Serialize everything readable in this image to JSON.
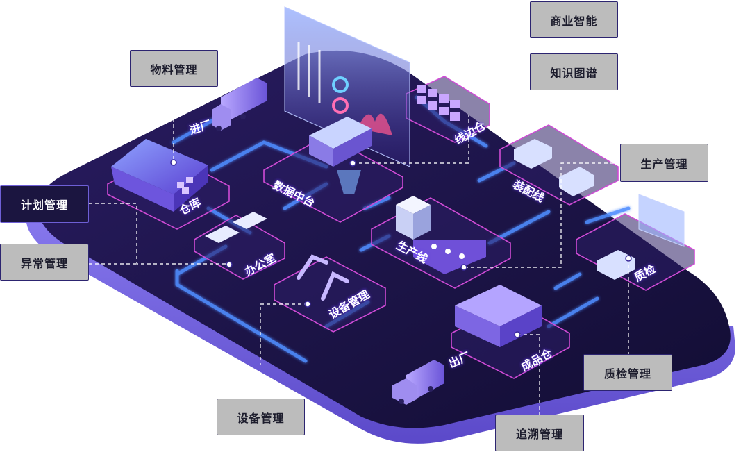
{
  "callouts": {
    "bi": "商业智能",
    "knowledge_graph": "知识图谱",
    "material_mgmt": "物料管理",
    "production_mgmt": "生产管理",
    "plan_mgmt": "计划管理",
    "exception_mgmt": "异常管理",
    "equipment_mgmt_bottom": "设备管理",
    "qc_mgmt": "质检管理",
    "trace_mgmt": "追溯管理"
  },
  "areas": {
    "inbound": "进厂",
    "warehouse": "仓库",
    "data_center": "数据中台",
    "line_side_store": "线边仓",
    "assembly_line": "装配线",
    "office": "办公室",
    "production_line": "生产线",
    "equipment_mgmt": "设备管理",
    "quality_check": "质检",
    "outbound": "出厂",
    "finished_goods": "成品仓"
  },
  "colors": {
    "platform": "#1d1446",
    "platform_edge": "#5a48c8",
    "road_glow": "#4f8dff",
    "zone_edge": "#d04bd6",
    "callout_fill": "#bcbcbc",
    "callout_border": "#2c2470"
  }
}
